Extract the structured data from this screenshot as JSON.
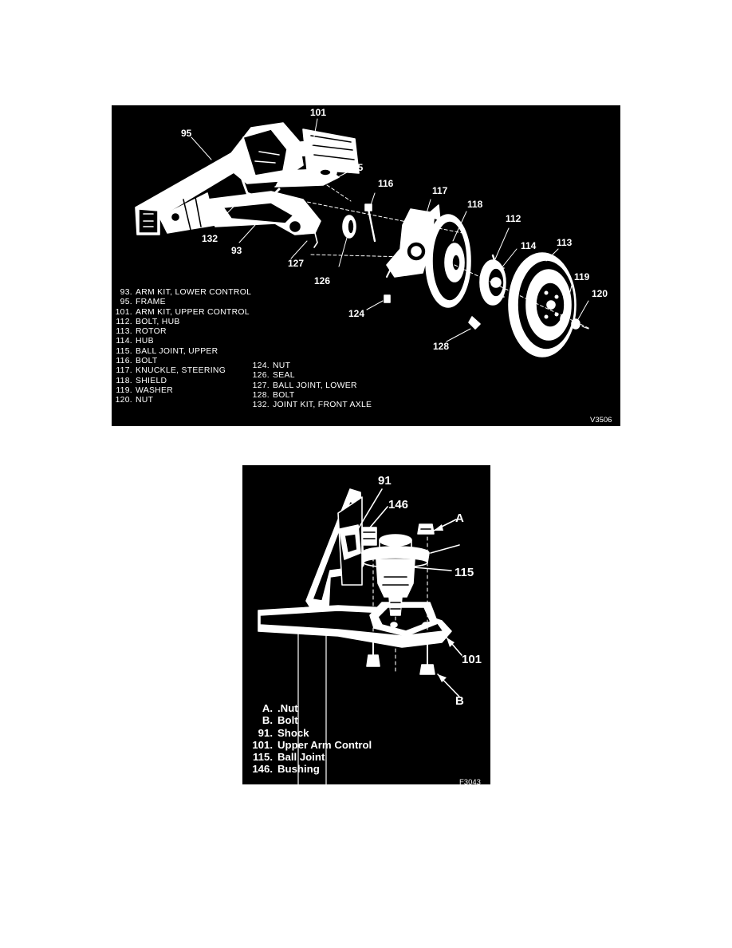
{
  "figure1": {
    "callouts": [
      "101",
      "95",
      "115",
      "116",
      "117",
      "118",
      "112",
      "114",
      "113",
      "132",
      "93",
      "127",
      "126",
      "124",
      "119",
      "120",
      "128"
    ],
    "legend_left": [
      {
        "num": "93.",
        "label": "ARM KIT, LOWER CONTROL"
      },
      {
        "num": "95.",
        "label": "FRAME"
      },
      {
        "num": "101.",
        "label": "ARM KIT, UPPER CONTROL"
      },
      {
        "num": "112.",
        "label": "BOLT, HUB"
      },
      {
        "num": "113.",
        "label": "ROTOR"
      },
      {
        "num": "114.",
        "label": "HUB"
      },
      {
        "num": "115.",
        "label": "BALL JOINT, UPPER"
      },
      {
        "num": "116.",
        "label": "BOLT"
      },
      {
        "num": "117.",
        "label": "KNUCKLE, STEERING"
      },
      {
        "num": "118.",
        "label": "SHIELD"
      },
      {
        "num": "119.",
        "label": "WASHER"
      },
      {
        "num": "120.",
        "label": "NUT"
      }
    ],
    "legend_right": [
      {
        "num": "124.",
        "label": "NUT"
      },
      {
        "num": "126.",
        "label": "SEAL"
      },
      {
        "num": "127.",
        "label": "BALL JOINT, LOWER"
      },
      {
        "num": "128.",
        "label": "BOLT"
      },
      {
        "num": "132.",
        "label": "JOINT KIT, FRONT AXLE"
      }
    ],
    "figure_id": "V3506"
  },
  "figure2": {
    "callouts": [
      "91",
      "146",
      "A",
      "115",
      "101",
      "B"
    ],
    "legend": [
      {
        "num": "A.",
        "label": ".Nut"
      },
      {
        "num": "B.",
        "label": "Bolt"
      },
      {
        "num": "91.",
        "label": "Shock"
      },
      {
        "num": "101.",
        "label": "Upper Arm Control"
      },
      {
        "num": "115.",
        "label": "Ball Joint"
      },
      {
        "num": "146.",
        "label": "Bushing"
      }
    ],
    "figure_id": "F3043"
  }
}
